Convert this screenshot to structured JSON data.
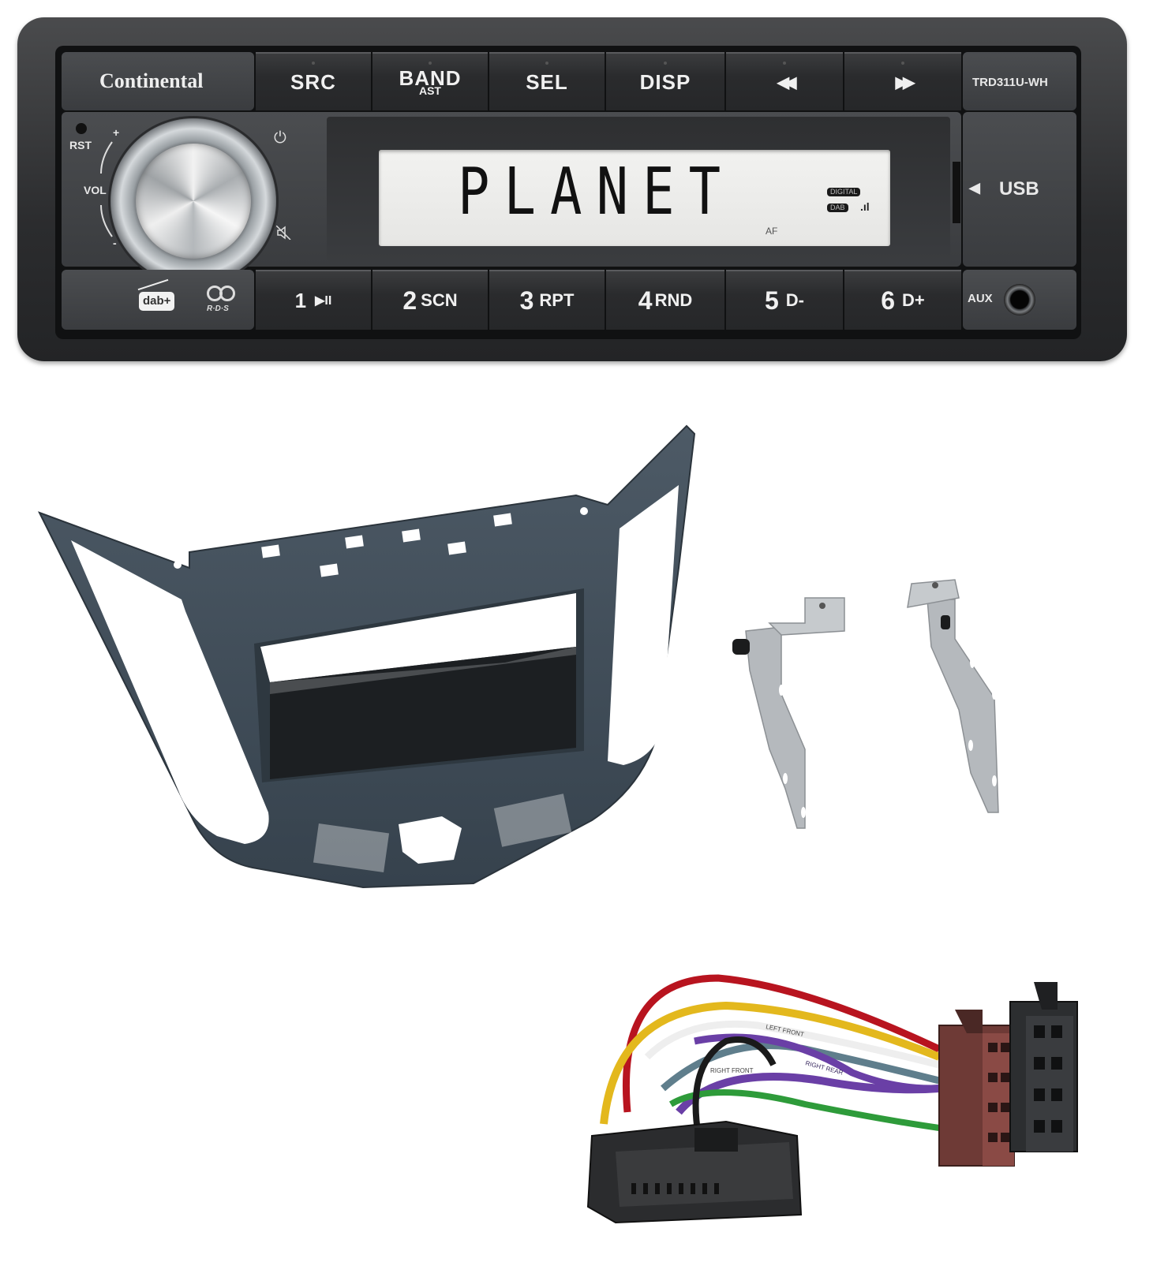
{
  "radio": {
    "brand": "Continental",
    "model": "TRD311U-WH",
    "top_buttons": [
      {
        "label": "SRC",
        "sub": ""
      },
      {
        "label": "BAND",
        "sub": "AST"
      },
      {
        "label": "SEL",
        "sub": ""
      },
      {
        "label": "DISP",
        "sub": ""
      },
      {
        "label": "◀◀",
        "sub": "",
        "icon": "rewind-icon"
      },
      {
        "label": "▶▶",
        "sub": "",
        "icon": "fast-forward-icon"
      }
    ],
    "preset_buttons": [
      {
        "num": "1",
        "label": "▶II",
        "icon": "play-pause-icon"
      },
      {
        "num": "2",
        "label": "SCN"
      },
      {
        "num": "3",
        "label": "RPT"
      },
      {
        "num": "4",
        "label": "RND"
      },
      {
        "num": "5",
        "label": "D-"
      },
      {
        "num": "6",
        "label": "D+"
      }
    ],
    "labels": {
      "rst": "RST",
      "vol": "VOL",
      "plus": "+",
      "minus": "-",
      "usb": "USB",
      "usb_arrow": "◀",
      "aux": "AUX",
      "dab_logo": "dab+",
      "rds_logo": "R·D·S",
      "power_icon": "⏻",
      "mute_icon": "🔇"
    },
    "display": {
      "text": "PLANET",
      "badge_digital": "DIGITAL",
      "badge_dab": "DAB",
      "signal": ".ıl",
      "af": "AF"
    },
    "colors": {
      "body": "#2b2c2e",
      "button": "#2a2b2d",
      "lcd": "#efefed",
      "text": "#f0f0f0"
    }
  },
  "fascia": {
    "description": "Radio fascia panel, dark slate blue-grey, with storage pocket",
    "color": "#3f4c58"
  },
  "brackets": {
    "count": 2,
    "color": "#a9adb1"
  },
  "harness": {
    "wire_prints": [
      "LEFT FRONT",
      "RIGHT FRONT",
      "RIGHT REAR"
    ],
    "wire_colors": [
      "#b8141f",
      "#e3b81d",
      "#eeeeee",
      "#6a3fa6",
      "#2e9b3a",
      "#5f7e8c",
      "#1a1a1a"
    ],
    "iso_connector_colors": [
      "#6e3a36",
      "#2c2e30"
    ]
  }
}
